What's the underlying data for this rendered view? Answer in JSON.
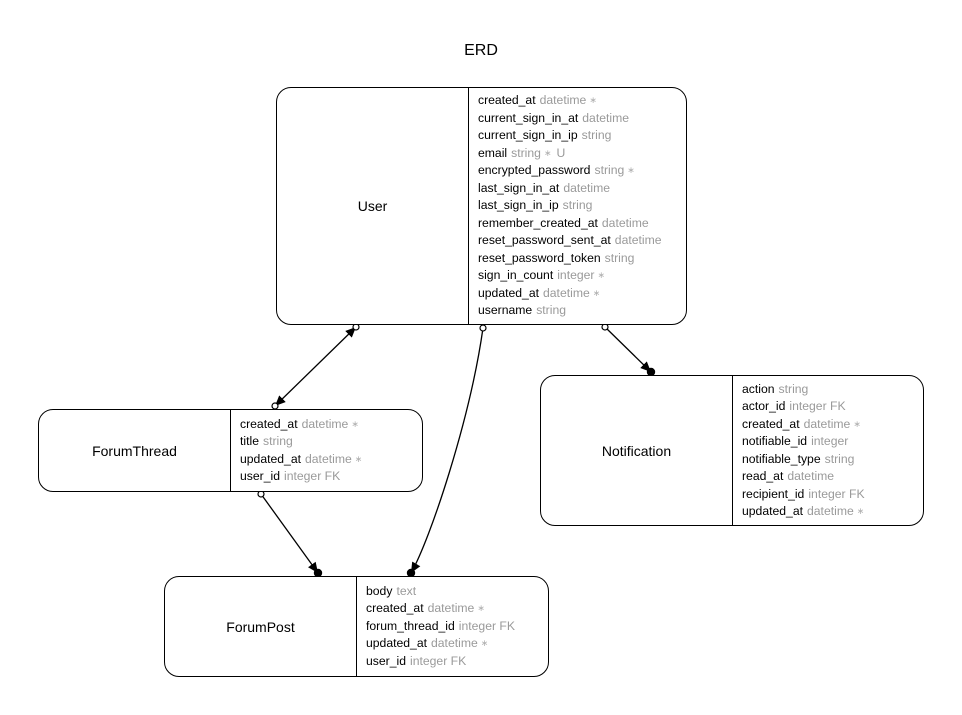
{
  "title": "ERD",
  "entities": [
    {
      "id": "User",
      "name": "User",
      "attributes": [
        {
          "name": "created_at",
          "type": "datetime",
          "required": true,
          "flag": ""
        },
        {
          "name": "current_sign_in_at",
          "type": "datetime",
          "required": false,
          "flag": ""
        },
        {
          "name": "current_sign_in_ip",
          "type": "string",
          "required": false,
          "flag": ""
        },
        {
          "name": "email",
          "type": "string",
          "required": true,
          "flag": "U"
        },
        {
          "name": "encrypted_password",
          "type": "string",
          "required": true,
          "flag": ""
        },
        {
          "name": "last_sign_in_at",
          "type": "datetime",
          "required": false,
          "flag": ""
        },
        {
          "name": "last_sign_in_ip",
          "type": "string",
          "required": false,
          "flag": ""
        },
        {
          "name": "remember_created_at",
          "type": "datetime",
          "required": false,
          "flag": ""
        },
        {
          "name": "reset_password_sent_at",
          "type": "datetime",
          "required": false,
          "flag": ""
        },
        {
          "name": "reset_password_token",
          "type": "string",
          "required": false,
          "flag": ""
        },
        {
          "name": "sign_in_count",
          "type": "integer",
          "required": true,
          "flag": ""
        },
        {
          "name": "updated_at",
          "type": "datetime",
          "required": true,
          "flag": ""
        },
        {
          "name": "username",
          "type": "string",
          "required": false,
          "flag": ""
        }
      ]
    },
    {
      "id": "ForumThread",
      "name": "ForumThread",
      "attributes": [
        {
          "name": "created_at",
          "type": "datetime",
          "required": true,
          "flag": ""
        },
        {
          "name": "title",
          "type": "string",
          "required": false,
          "flag": ""
        },
        {
          "name": "updated_at",
          "type": "datetime",
          "required": true,
          "flag": ""
        },
        {
          "name": "user_id",
          "type": "integer FK",
          "required": false,
          "flag": ""
        }
      ]
    },
    {
      "id": "Notification",
      "name": "Notification",
      "attributes": [
        {
          "name": "action",
          "type": "string",
          "required": false,
          "flag": ""
        },
        {
          "name": "actor_id",
          "type": "integer FK",
          "required": false,
          "flag": ""
        },
        {
          "name": "created_at",
          "type": "datetime",
          "required": true,
          "flag": ""
        },
        {
          "name": "notifiable_id",
          "type": "integer",
          "required": false,
          "flag": ""
        },
        {
          "name": "notifiable_type",
          "type": "string",
          "required": false,
          "flag": ""
        },
        {
          "name": "read_at",
          "type": "datetime",
          "required": false,
          "flag": ""
        },
        {
          "name": "recipient_id",
          "type": "integer FK",
          "required": false,
          "flag": ""
        },
        {
          "name": "updated_at",
          "type": "datetime",
          "required": true,
          "flag": ""
        }
      ]
    },
    {
      "id": "ForumPost",
      "name": "ForumPost",
      "attributes": [
        {
          "name": "body",
          "type": "text",
          "required": false,
          "flag": ""
        },
        {
          "name": "created_at",
          "type": "datetime",
          "required": true,
          "flag": ""
        },
        {
          "name": "forum_thread_id",
          "type": "integer FK",
          "required": false,
          "flag": ""
        },
        {
          "name": "updated_at",
          "type": "datetime",
          "required": true,
          "flag": ""
        },
        {
          "name": "user_id",
          "type": "integer FK",
          "required": false,
          "flag": ""
        }
      ]
    }
  ],
  "relationships": [
    {
      "from": "User",
      "to": "ForumThread",
      "bidirectional": true
    },
    {
      "from": "User",
      "to": "ForumPost",
      "bidirectional": false
    },
    {
      "from": "User",
      "to": "Notification",
      "bidirectional": false
    },
    {
      "from": "ForumThread",
      "to": "ForumPost",
      "bidirectional": false
    }
  ],
  "colors": {
    "line": "#000000",
    "type_text": "#9a9a9a",
    "required_marker": "#b0b0b0"
  }
}
